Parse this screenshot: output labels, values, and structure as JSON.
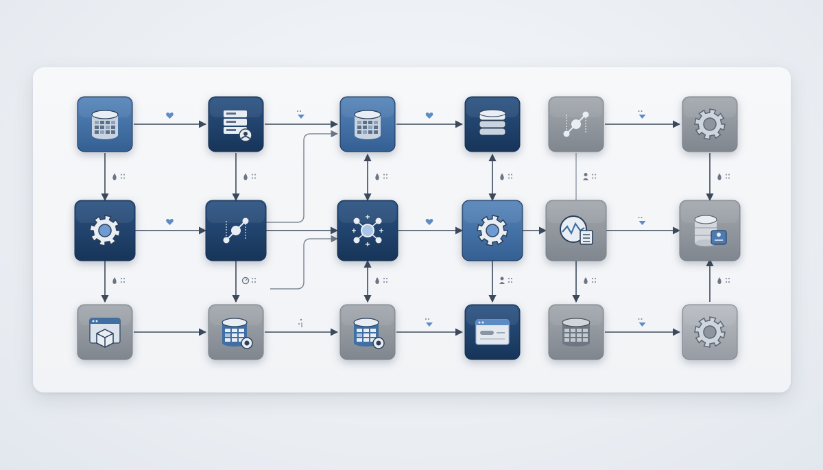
{
  "colors": {
    "dark_blue": "#1e3f66",
    "mid_blue": "#3f6fa3",
    "gray": "#8e949c",
    "gray_light": "#a4a9b0",
    "arrow": "#3c4a5c",
    "accent": "#5d8cc4",
    "panel": "#f4f5f7"
  },
  "diagram": {
    "nodes": [
      {
        "id": "n1",
        "row": 1,
        "col": 1,
        "style": "mid_blue",
        "icon": "database-grid-icon"
      },
      {
        "id": "n2",
        "row": 1,
        "col": 2,
        "style": "dark_blue",
        "icon": "server-user-icon"
      },
      {
        "id": "n3",
        "row": 1,
        "col": 3,
        "style": "mid_blue",
        "icon": "database-grid-icon"
      },
      {
        "id": "n4",
        "row": 1,
        "col": 4,
        "style": "dark_blue",
        "icon": "database-stack-icon"
      },
      {
        "id": "n5",
        "row": 1,
        "col": 5,
        "style": "gray",
        "icon": "network-node-icon"
      },
      {
        "id": "n6",
        "row": 1,
        "col": 6,
        "style": "gray",
        "icon": "gear-icon"
      },
      {
        "id": "n7",
        "row": 2,
        "col": 1,
        "style": "dark_blue",
        "icon": "gear-icon"
      },
      {
        "id": "n8",
        "row": 2,
        "col": 2,
        "style": "dark_blue",
        "icon": "network-node-icon"
      },
      {
        "id": "n9",
        "row": 2,
        "col": 3,
        "style": "dark_blue",
        "icon": "hub-network-icon"
      },
      {
        "id": "n10",
        "row": 2,
        "col": 4,
        "style": "mid_blue",
        "icon": "gear-icon"
      },
      {
        "id": "n11",
        "row": 2,
        "col": 5,
        "style": "gray",
        "icon": "analytics-report-icon"
      },
      {
        "id": "n12",
        "row": 2,
        "col": 6,
        "style": "gray",
        "icon": "database-badge-icon"
      },
      {
        "id": "n13",
        "row": 3,
        "col": 1,
        "style": "gray",
        "icon": "browser-package-icon"
      },
      {
        "id": "n14",
        "row": 3,
        "col": 2,
        "style": "gray",
        "icon": "database-settings-icon"
      },
      {
        "id": "n15",
        "row": 3,
        "col": 3,
        "style": "gray",
        "icon": "database-settings-icon"
      },
      {
        "id": "n16",
        "row": 3,
        "col": 4,
        "style": "dark_blue",
        "icon": "browser-window-icon"
      },
      {
        "id": "n17",
        "row": 3,
        "col": 5,
        "style": "gray",
        "icon": "database-grid-icon"
      },
      {
        "id": "n18",
        "row": 3,
        "col": 6,
        "style": "gray_light",
        "icon": "gear-icon"
      }
    ],
    "edges": [
      {
        "from": "n1",
        "to": "n2",
        "kind": "forward",
        "marker": "heart-icon"
      },
      {
        "from": "n2",
        "to": "n3",
        "kind": "forward",
        "marker": "dropdown-icon"
      },
      {
        "from": "n3",
        "to": "n4",
        "kind": "forward",
        "marker": "heart-icon"
      },
      {
        "from": "n5",
        "to": "n6",
        "kind": "forward",
        "marker": "dropdown-icon"
      },
      {
        "from": "n7",
        "to": "n8",
        "kind": "forward",
        "marker": "heart-icon"
      },
      {
        "from": "n8",
        "to": "n9",
        "kind": "forward",
        "marker": "none"
      },
      {
        "from": "n9",
        "to": "n10",
        "kind": "forward",
        "marker": "heart-icon"
      },
      {
        "from": "n10",
        "to": "n11",
        "kind": "forward",
        "marker": "none"
      },
      {
        "from": "n11",
        "to": "n12",
        "kind": "forward",
        "marker": "dropdown-icon"
      },
      {
        "from": "n13",
        "to": "n14",
        "kind": "forward",
        "marker": "none"
      },
      {
        "from": "n14",
        "to": "n15",
        "kind": "forward",
        "marker": "dots-icon"
      },
      {
        "from": "n15",
        "to": "n16",
        "kind": "forward",
        "marker": "dropdown-icon"
      },
      {
        "from": "n17",
        "to": "n18",
        "kind": "forward",
        "marker": "dropdown-icon"
      },
      {
        "from": "n1",
        "to": "n7",
        "kind": "down",
        "marker": "drop-icon"
      },
      {
        "from": "n2",
        "to": "n8",
        "kind": "down",
        "marker": "drop-icon"
      },
      {
        "from": "n3",
        "to": "n9",
        "kind": "both",
        "marker": "drop-icon"
      },
      {
        "from": "n4",
        "to": "n10",
        "kind": "both",
        "marker": "drop-icon"
      },
      {
        "from": "n5",
        "to": "n11",
        "kind": "line",
        "marker": "user-icon"
      },
      {
        "from": "n6",
        "to": "n12",
        "kind": "down",
        "marker": "drop-icon"
      },
      {
        "from": "n7",
        "to": "n13",
        "kind": "down",
        "marker": "drop-icon"
      },
      {
        "from": "n8",
        "to": "n14",
        "kind": "down",
        "marker": "clock-icon"
      },
      {
        "from": "n9",
        "to": "n15",
        "kind": "both",
        "marker": "drop-icon"
      },
      {
        "from": "n10",
        "to": "n16",
        "kind": "down",
        "marker": "user-icon"
      },
      {
        "from": "n11",
        "to": "n17",
        "kind": "down",
        "marker": "drop-icon"
      },
      {
        "from": "n18",
        "to": "n12",
        "kind": "up",
        "marker": "drop-icon"
      },
      {
        "from": "n8",
        "to": "n3",
        "kind": "curve-up",
        "marker": "none"
      },
      {
        "from": "n14",
        "to": "n9",
        "kind": "curve-up",
        "marker": "none"
      }
    ]
  }
}
